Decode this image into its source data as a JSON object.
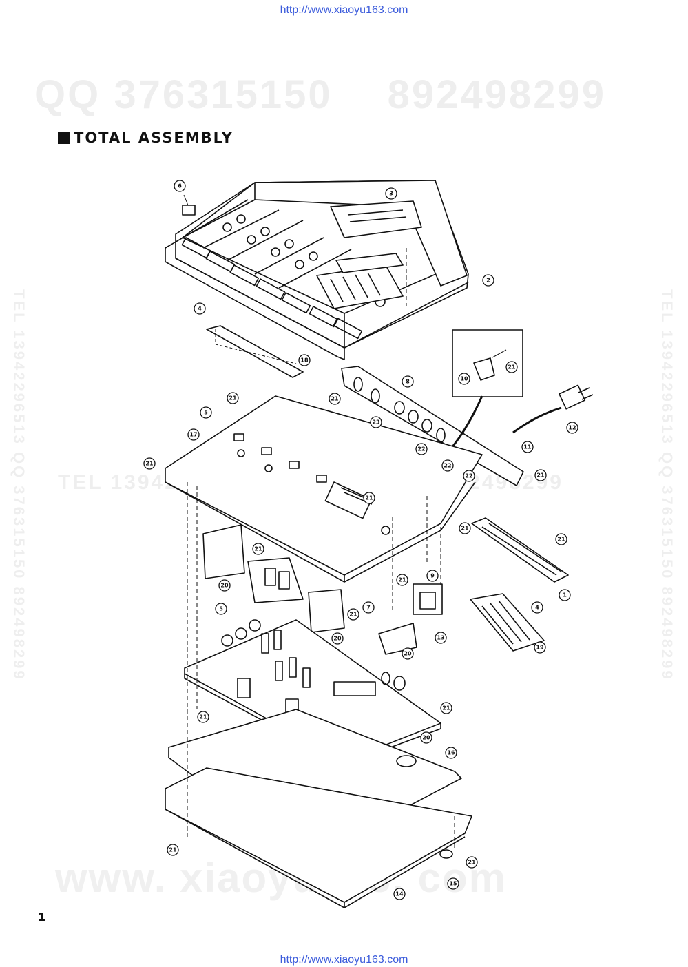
{
  "header_url": "http://www.xiaoyu163.com",
  "footer_url": "http://www.xiaoyu163.com",
  "watermarks": {
    "qq_left": "QQ 376315150",
    "qq_right": "892498299",
    "www": "www. xiaoyu163. com",
    "tel_mid": "TEL 13942296513 QQ 376315150 892498299",
    "side_left": "TEL 13942296513 QQ 376315150 892498299",
    "side_right": "TEL 13942296513 QQ 376315150 892498299"
  },
  "section_title": "TOTAL ASSEMBLY",
  "page_number": "1",
  "callouts": [
    {
      "label": "6"
    },
    {
      "label": "3"
    },
    {
      "label": "2"
    },
    {
      "label": "4"
    },
    {
      "label": "18"
    },
    {
      "label": "8"
    },
    {
      "label": "10"
    },
    {
      "label": "21"
    },
    {
      "label": "12"
    },
    {
      "label": "21"
    },
    {
      "label": "21"
    },
    {
      "label": "5"
    },
    {
      "label": "23"
    },
    {
      "label": "17"
    },
    {
      "label": "21"
    },
    {
      "label": "11"
    },
    {
      "label": "22"
    },
    {
      "label": "22"
    },
    {
      "label": "22"
    },
    {
      "label": "21"
    },
    {
      "label": "21"
    },
    {
      "label": "21"
    },
    {
      "label": "21"
    },
    {
      "label": "21"
    },
    {
      "label": "20"
    },
    {
      "label": "9"
    },
    {
      "label": "21"
    },
    {
      "label": "1"
    },
    {
      "label": "5"
    },
    {
      "label": "7"
    },
    {
      "label": "21"
    },
    {
      "label": "20"
    },
    {
      "label": "13"
    },
    {
      "label": "4"
    },
    {
      "label": "20"
    },
    {
      "label": "19"
    },
    {
      "label": "21"
    },
    {
      "label": "21"
    },
    {
      "label": "20"
    },
    {
      "label": "16"
    },
    {
      "label": "21"
    },
    {
      "label": "21"
    },
    {
      "label": "15"
    },
    {
      "label": "14"
    }
  ]
}
